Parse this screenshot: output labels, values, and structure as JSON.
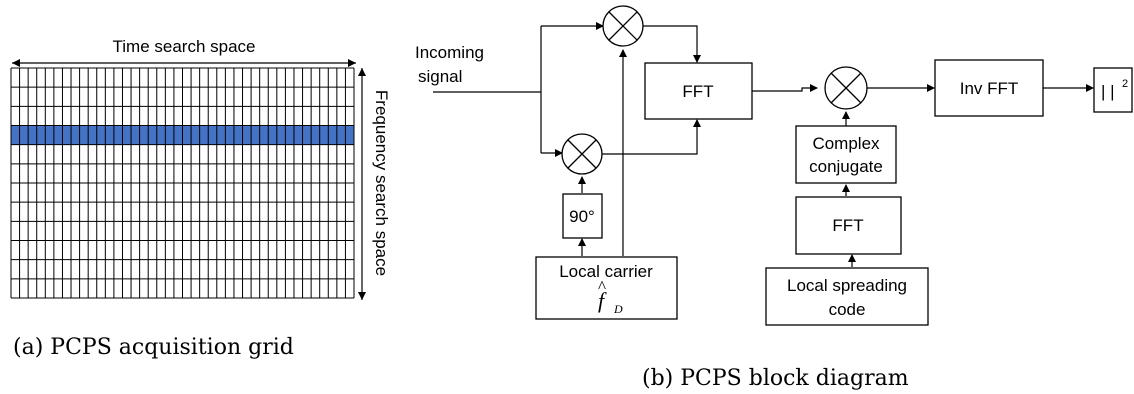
{
  "grid_panel": {
    "top_label": "Time search space",
    "side_label": "Frequency search space",
    "caption": "(a) PCPS acquisition grid",
    "columns": 40,
    "rows": 12,
    "highlight_row": 3,
    "highlight_color": "#4472C4"
  },
  "block_panel": {
    "input_line1": "Incoming",
    "input_line2": "signal",
    "fft1": "FFT",
    "fft2": "FFT",
    "inv_fft": "Inv FFT",
    "abs_symbol": "|  |",
    "abs_exponent": "2",
    "complex_line1": "Complex",
    "complex_line2": "conjugate",
    "phase_shift": "90°",
    "carrier_line1": "Local carrier",
    "carrier_symbol": "f",
    "carrier_hat": "^",
    "carrier_subscript": "D",
    "spreading_line1": "Local spreading",
    "spreading_line2": "code",
    "mixer_symbol": "×",
    "caption": "(b) PCPS block diagram"
  }
}
